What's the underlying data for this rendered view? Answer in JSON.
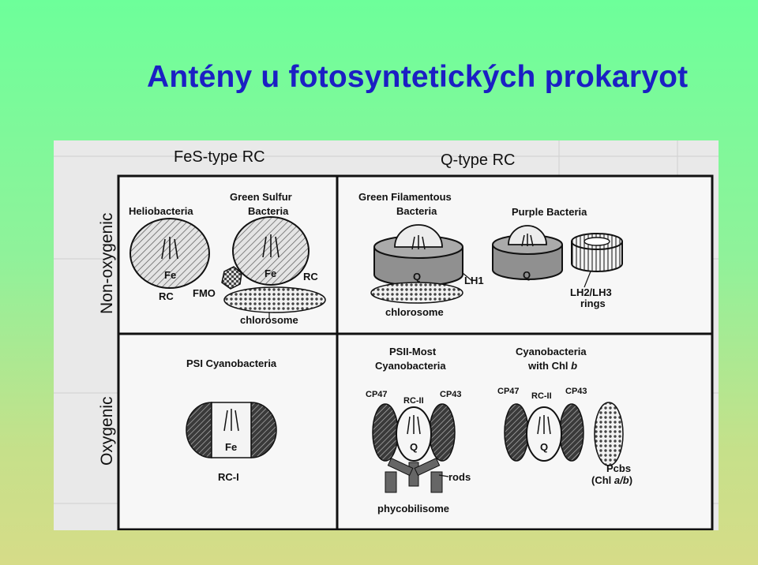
{
  "title": "Antény u fotosyntetických prokaryot",
  "colors": {
    "title": "#1b1fc4",
    "background_top": "#6dff9a",
    "background_bottom": "#d6dc88"
  },
  "diagram": {
    "col_headers": {
      "fes": "FeS-type RC",
      "q": "Q-type RC"
    },
    "row_headers": {
      "non_oxygenic": "Non-oxygenic",
      "oxygenic": "Oxygenic"
    },
    "heliobacteria": {
      "name": "Heliobacteria",
      "fe": "Fe",
      "rc": "RC"
    },
    "green_sulfur": {
      "name1": "Green Sulfur",
      "name2": "Bacteria",
      "fe": "Fe",
      "rc": "RC",
      "fmo": "FMO",
      "chlorosome": "chlorosome"
    },
    "green_filamentous": {
      "name1": "Green Filamentous",
      "name2": "Bacteria",
      "q": "Q",
      "lh1": "LH1",
      "chlorosome": "chlorosome"
    },
    "purple": {
      "name": "Purple Bacteria",
      "q": "Q",
      "lh2_1": "LH2/LH3",
      "lh2_2": "rings"
    },
    "psi": {
      "name": "PSI Cyanobacteria",
      "fe": "Fe",
      "rc": "RC-I"
    },
    "psii": {
      "name1": "PSII-Most",
      "name2": "Cyanobacteria",
      "cp47": "CP47",
      "rc": "RC-II",
      "cp43": "CP43",
      "q": "Q",
      "rods": "rods",
      "phyco": "phycobilisome"
    },
    "cyano_chlb": {
      "name1": "Cyanobacteria",
      "name2_prefix": "with Chl ",
      "name2_italic": "b",
      "cp47": "CP47",
      "rc": "RC-II",
      "cp43": "CP43",
      "q": "Q",
      "pcbs1": "Pcbs",
      "pcbs2_prefix": "(Chl ",
      "pcbs2_italic": "a/b",
      "pcbs2_suffix": ")"
    }
  }
}
